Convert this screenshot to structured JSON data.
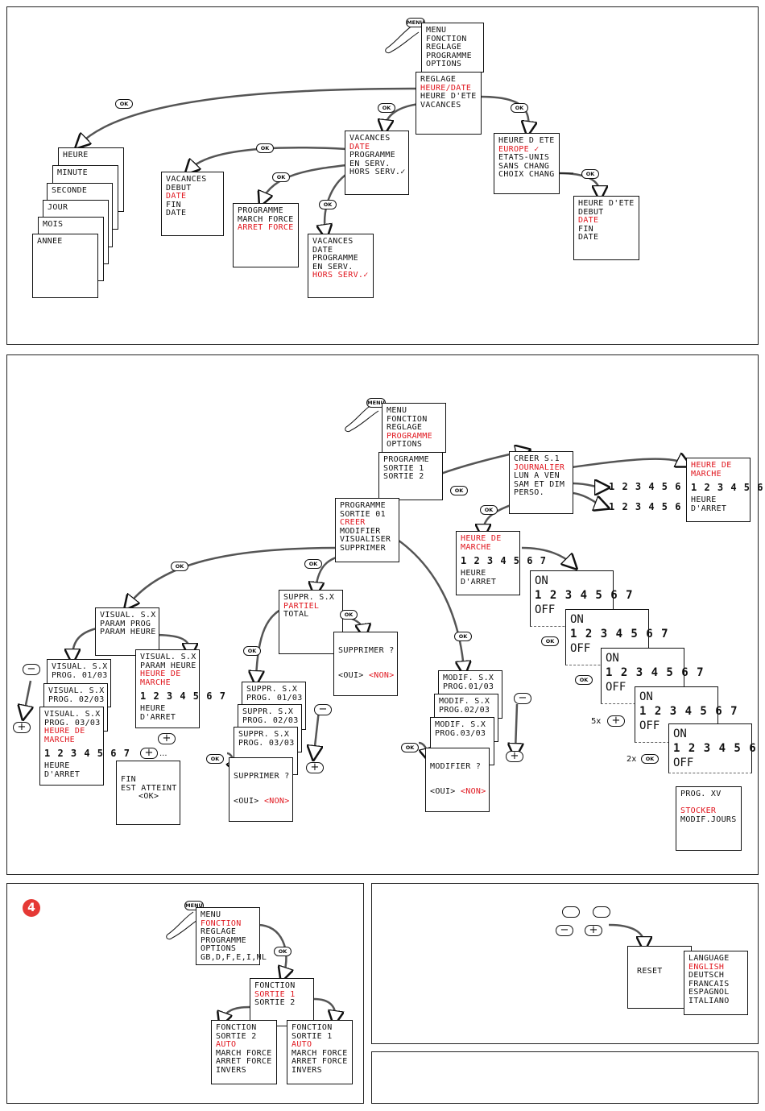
{
  "ok": "OK",
  "menu_btn": "MENU",
  "plus": "+",
  "minus": "−",
  "p1": {
    "menu": [
      "MENU",
      "FONCTION",
      "REGLAGE",
      "PROGRAMME",
      "OPTIONS"
    ],
    "reglage": {
      "title": "REGLAGE",
      "items": [
        "HEURE/DATE",
        "HEURE D'ETE",
        "VACANCES"
      ]
    },
    "datestack": [
      "HEURE",
      "MINUTE",
      "SECONDE",
      "JOUR",
      "MOIS",
      "ANNEE"
    ],
    "vacances": [
      "VACANCES",
      "DATE",
      "PROGRAMME",
      "EN SERV.",
      "HORS SERV.✓"
    ],
    "vac_date": [
      "VACANCES",
      "DEBUT",
      "DATE",
      "",
      "FIN",
      "DATE"
    ],
    "vac_prog": [
      "PROGRAMME",
      "MARCH FORCE",
      "ARRET FORCE"
    ],
    "vac_hs": [
      "VACANCES",
      "DATE",
      "PROGRAMME",
      "EN SERV.",
      "HORS SERV.✓"
    ],
    "ete": [
      "HEURE D ETE",
      "EUROPE ✓",
      "ETATS-UNIS",
      "SANS CHANG",
      "CHOIX CHANG"
    ],
    "ete_choix": [
      "HEURE D'ETE",
      "DEBUT",
      "DATE",
      "",
      "FIN",
      "DATE"
    ]
  },
  "p2": {
    "menu": [
      "MENU",
      "FONCTION",
      "REGLAGE",
      "PROGRAMME",
      "OPTIONS"
    ],
    "prog_sorties": [
      "PROGRAMME",
      "SORTIE 1",
      "SORTIE 2"
    ],
    "prog_main": [
      "PROGRAMME",
      "SORTIE 01",
      "CREER",
      "MODIFIER",
      "VISUALISER",
      "SUPPRIMER"
    ],
    "creer": [
      "CREER S.1",
      "JOURNALIER",
      "LUN A VEN",
      "SAM ET DIM",
      "PERSO."
    ],
    "days": "1 2 3 4 5 6 7",
    "heure_marche": [
      "HEURE DE",
      "MARCHE"
    ],
    "heure_arret": [
      "HEURE",
      "D'ARRET"
    ],
    "on": "ON",
    "off": "OFF",
    "count5": "5x",
    "count2": "2x",
    "prog_xv": [
      "PROG. XV",
      "STOCKER",
      "MODIF.JOURS"
    ],
    "visual": [
      "VISUAL. S.X",
      "PARAM PROG",
      "PARAM HEURE"
    ],
    "visual_param_heure": [
      "VISUAL. S.X",
      "PARAM HEURE",
      "HEURE DE",
      "MARCHE"
    ],
    "visual_stack": [
      [
        "VISUAL. S.X",
        "PROG. 01/03"
      ],
      [
        "VISUAL. S.X",
        "PROG. 02/03"
      ],
      [
        "VISUAL. S.X",
        "PROG. 03/03",
        "HEURE DE",
        "MARCHE"
      ]
    ],
    "fin": [
      "FIN",
      "EST ATTEINT",
      "",
      "<OK>"
    ],
    "suppr": [
      "SUPPR. S.X",
      "PARTIEL",
      "TOTAL"
    ],
    "supprimer_q": [
      "SUPPRIMER ?",
      "<OUI>",
      "<NON>"
    ],
    "suppr_stack": [
      [
        "SUPPR. S.X",
        "PROG. 01/03"
      ],
      [
        "SUPPR. S.X",
        "PROG. 02/03"
      ],
      [
        "SUPPR. S.X",
        "PROG. 03/03"
      ]
    ],
    "modif_stack": [
      [
        "MODIF. S.X",
        "PROG.01/03"
      ],
      [
        "MODIF. S.X",
        "PROG.02/03"
      ],
      [
        "MODIF. S.X",
        "PROG.03/03"
      ]
    ],
    "modifier_q": [
      "MODIFIER ?",
      "<OUI>",
      "<NON>"
    ],
    "ellipsis": "..."
  },
  "p3": {
    "badge": "4",
    "menu": [
      "MENU",
      "FONCTION",
      "REGLAGE",
      "PROGRAMME",
      "OPTIONS",
      "GB,D,F,E,I,NL"
    ],
    "fonction": [
      "FONCTION",
      "SORTIE 1",
      "SORTIE 2"
    ],
    "fonction_s2": [
      "FONCTION",
      "SORTIE 2",
      "AUTO",
      "MARCH FORCE",
      "ARRET FORCE",
      "INVERS"
    ],
    "fonction_s1": [
      "FONCTION",
      "SORTIE 1",
      "AUTO",
      "MARCH FORCE",
      "ARRET FORCE",
      "INVERS"
    ]
  },
  "p4": {
    "reset": "RESET",
    "language": [
      "LANGUAGE",
      "ENGLISH",
      "DEUTSCH",
      "FRANCAIS",
      "ESPAGNOL",
      "ITALIANO"
    ]
  },
  "colors": {
    "accent": "#e0161e",
    "line": "#111111",
    "badge": "#e53935"
  }
}
